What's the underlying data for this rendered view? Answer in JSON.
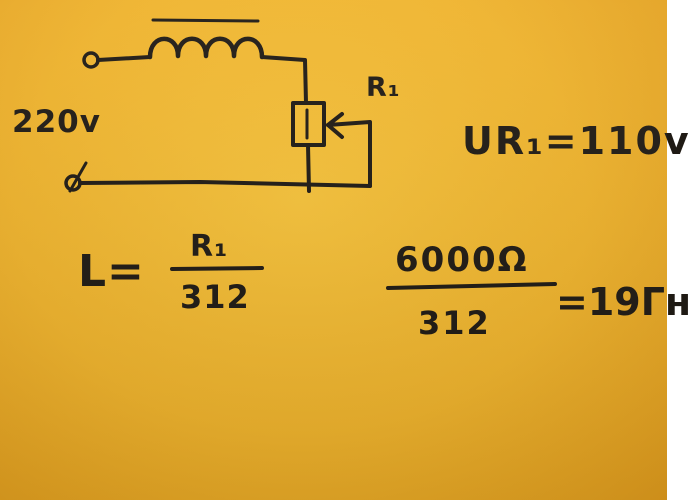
{
  "labels": {
    "source_voltage": "220v",
    "resistor": "R₁",
    "resistor_voltage": "UR₁=110v"
  },
  "formula": {
    "lhs": "L=",
    "numerator": "R₁",
    "denominator": "312"
  },
  "calculation": {
    "numerator": "6000Ω",
    "denominator": "312",
    "result": "=19Гн"
  }
}
